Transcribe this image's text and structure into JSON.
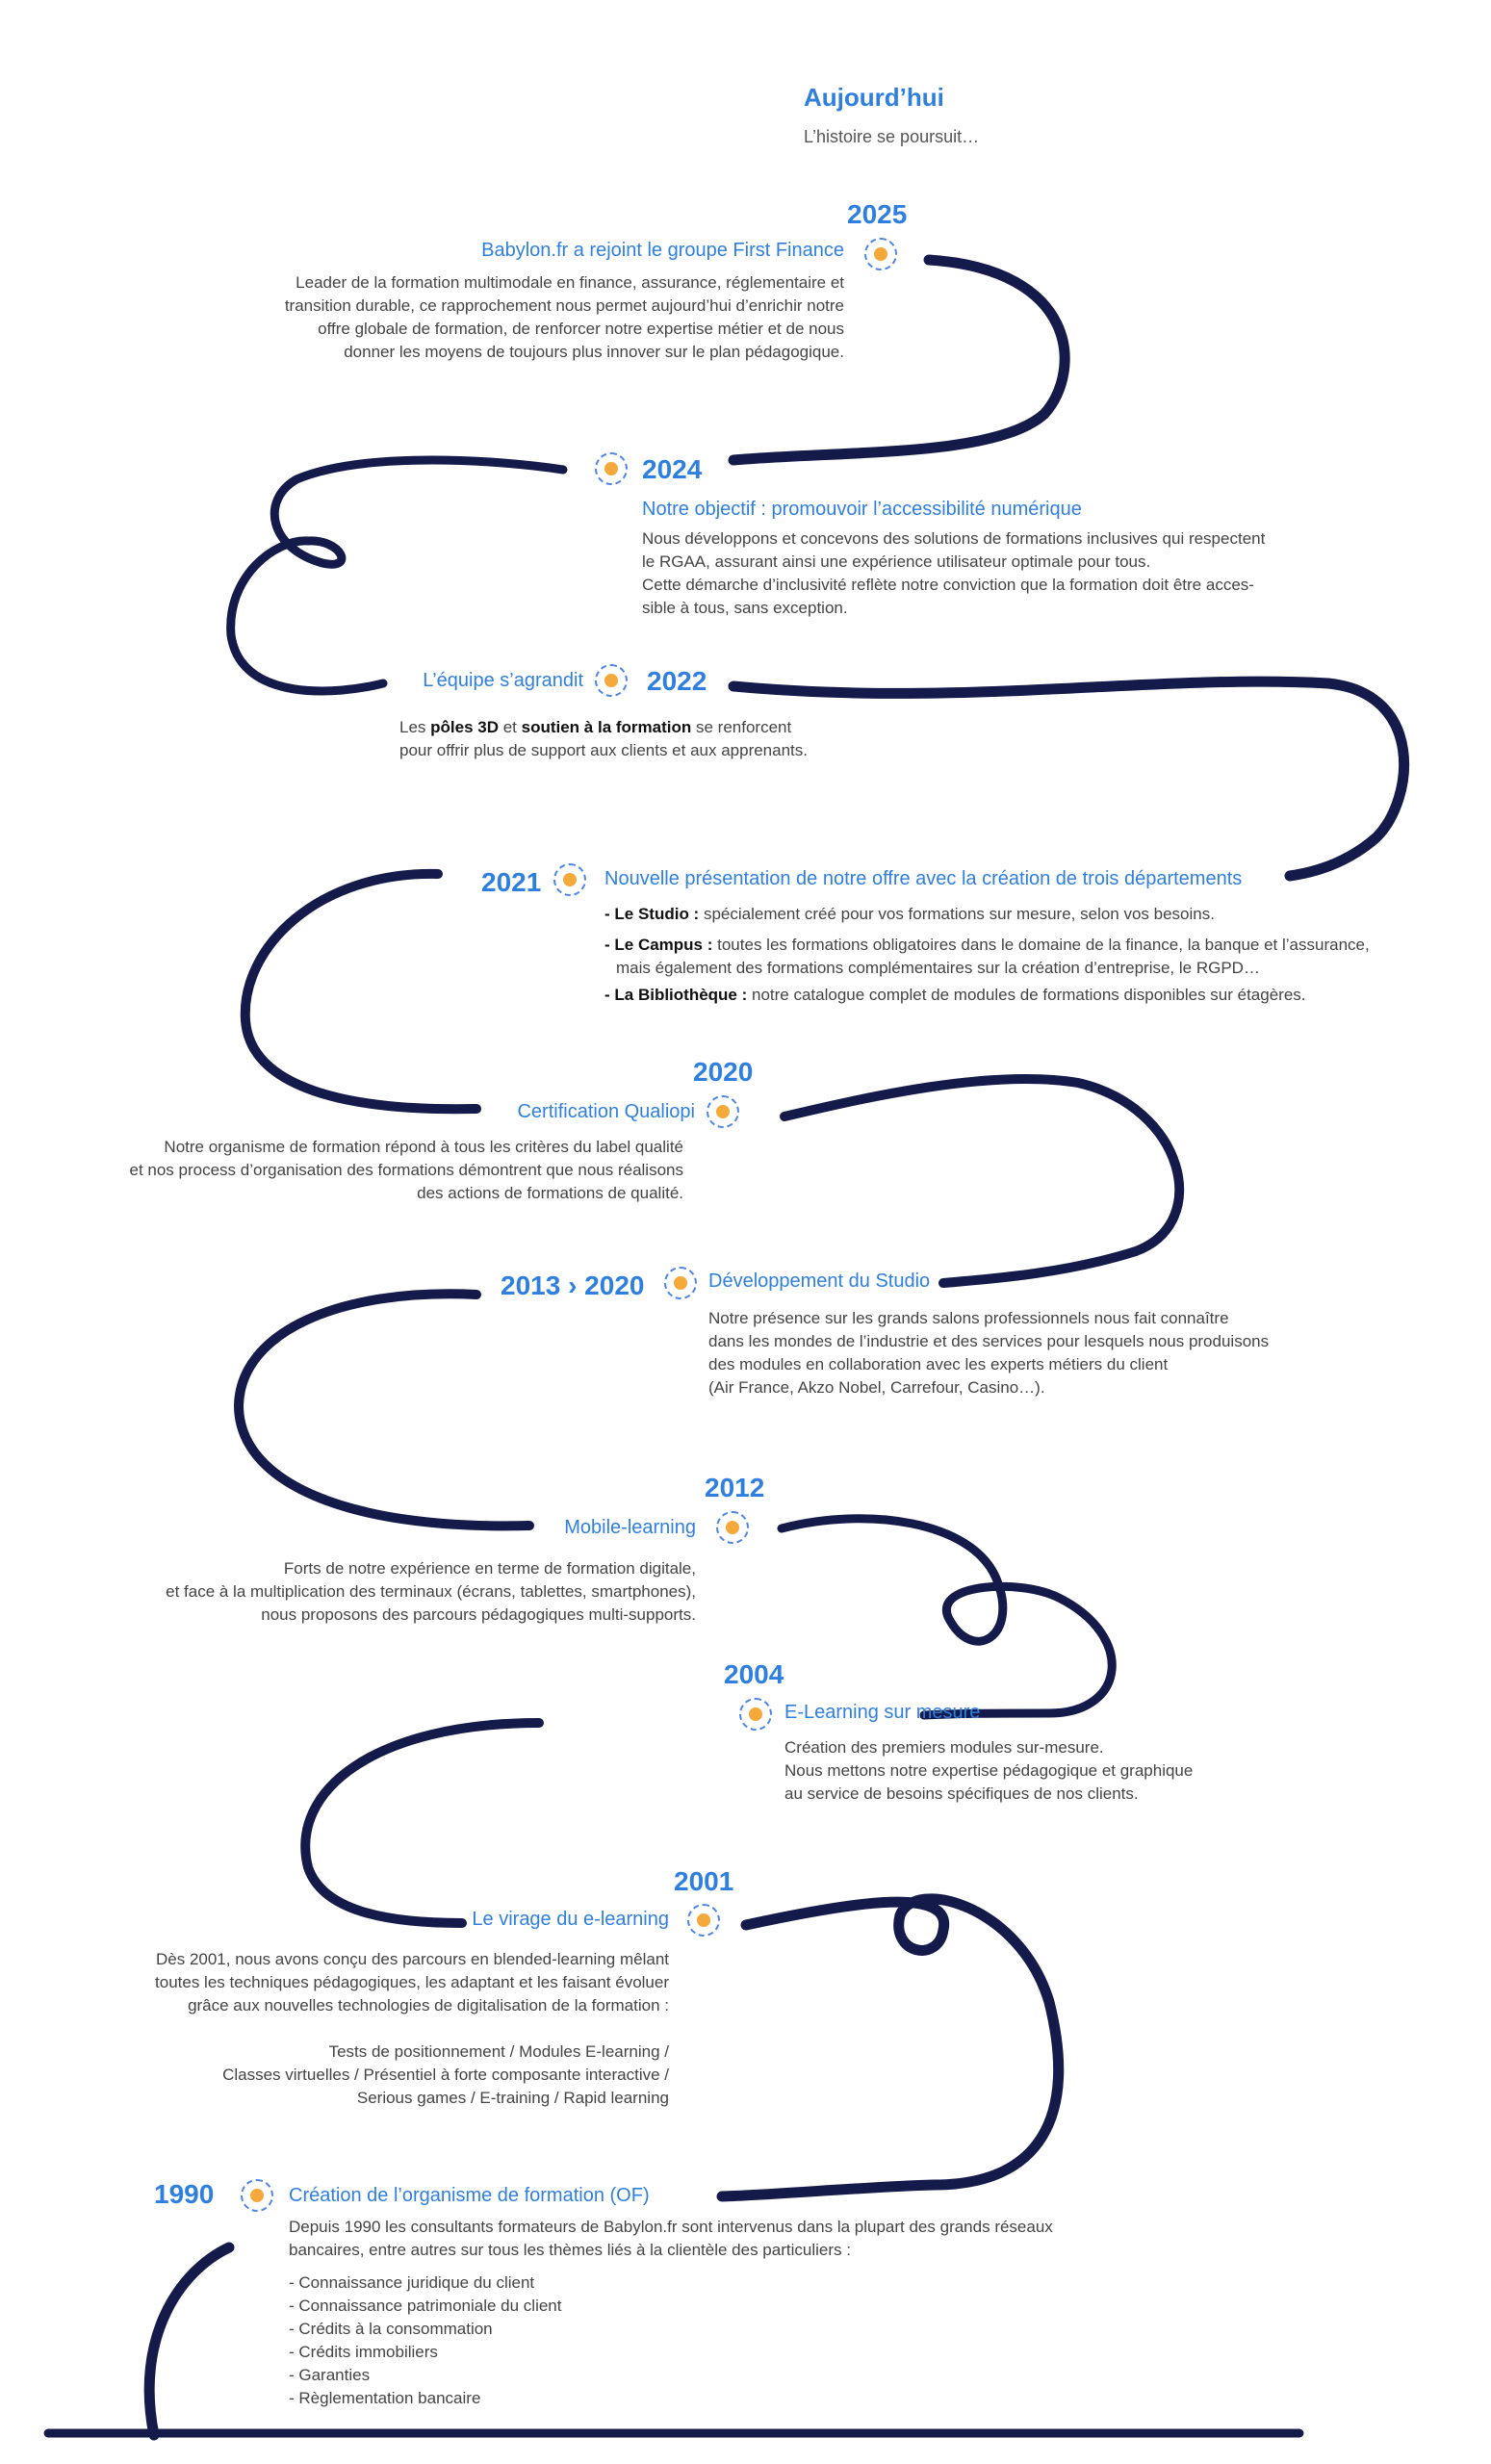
{
  "header": {
    "title": "Aujourd’hui",
    "subtitle": "L’histoire se poursuit…"
  },
  "e2025": {
    "year": "2025",
    "title": "Babylon.fr a rejoint le groupe First Finance",
    "lines": [
      "Leader de la formation multimodale en finance, assurance, réglementaire et",
      "transition durable, ce rapprochement nous permet aujourd’hui d’enrichir notre",
      "offre globale de formation, de renforcer notre expertise métier et de nous",
      "donner les moyens de toujours plus innover sur le plan pédagogique."
    ]
  },
  "e2024": {
    "year": "2024",
    "title": "Notre objectif : promouvoir l’accessibilité numérique",
    "lines": [
      "Nous développons et concevons des solutions de formations inclusives qui respectent",
      "le RGAA, assurant ainsi une expérience utilisateur optimale pour tous.",
      "Cette démarche d’inclusivité reflète notre conviction que la formation doit être acces-",
      "sible à tous, sans exception."
    ]
  },
  "e2022": {
    "year": "2022",
    "title": "L’équipe s’agrandit",
    "l1_a": "Les ",
    "l1_b": "pôles 3D",
    "l1_c": " et ",
    "l1_d": "soutien à la formation",
    "l1_e": " se renforcent",
    "l2": "pour offrir plus de support aux clients et aux apprenants."
  },
  "e2021": {
    "year": "2021",
    "title": "Nouvelle présentation de notre offre avec la création de trois départements",
    "studio_label": "- Le Studio :",
    "studio_text": " spécialement créé pour vos formations sur mesure, selon vos besoins.",
    "campus_label": "- Le Campus :",
    "campus_text": " toutes les formations obligatoires dans le domaine de la finance, la banque et l’assurance,",
    "campus_text2": "mais également des formations complémentaires sur la création d’entreprise, le RGPD…",
    "biblio_label": "- La Bibliothèque :",
    "biblio_text": " notre catalogue complet de modules de formations disponibles sur étagères."
  },
  "e2020": {
    "year": "2020",
    "title": "Certification Qualiopi",
    "lines": [
      "Notre organisme de formation répond à tous les critères du label qualité",
      "et nos process d’organisation des formations démontrent que nous réalisons",
      "des actions de formations de qualité."
    ]
  },
  "e2013": {
    "year": "2013 › 2020",
    "title": "Développement du Studio",
    "lines": [
      "Notre présence sur les grands salons professionnels nous fait connaître",
      "dans les mondes de l’industrie et des services pour lesquels nous produisons",
      "des modules en collaboration avec les experts métiers du client",
      "(Air France, Akzo Nobel, Carrefour, Casino…)."
    ]
  },
  "e2012": {
    "year": "2012",
    "title": "Mobile-learning",
    "lines": [
      "Forts de notre expérience en terme de formation digitale,",
      "et face à la multiplication des terminaux (écrans, tablettes, smartphones),",
      "nous proposons des parcours pédagogiques multi-supports."
    ]
  },
  "e2004": {
    "year": "2004",
    "title": "E-Learning sur mesure",
    "lines": [
      "Création des premiers modules sur-mesure.",
      "Nous mettons notre expertise pédagogique et graphique",
      "au service de besoins spécifiques de nos clients."
    ]
  },
  "e2001": {
    "year": "2001",
    "title": "Le virage du e-learning",
    "lines": [
      "Dès 2001, nous avons conçu des parcours en blended-learning mêlant",
      "toutes les techniques pédagogiques, les adaptant et les faisant évoluer",
      "grâce aux nouvelles technologies de digitalisation de la formation :"
    ],
    "lines2": [
      "Tests de positionnement / Modules E-learning /",
      "Classes virtuelles / Présentiel à forte composante interactive /",
      "Serious games / E-training / Rapid learning"
    ]
  },
  "e1990": {
    "year": "1990",
    "title": "Création de l’organisme de formation (OF)",
    "lines": [
      "Depuis 1990 les consultants formateurs de Babylon.fr sont intervenus dans la plupart des grands réseaux",
      "bancaires, entre autres sur tous les thèmes liés à la clientèle des particuliers :"
    ],
    "items": [
      "- Connaissance juridique du client",
      "- Connaissance patrimoniale du client",
      "- Crédits à la consommation",
      "- Crédits immobiliers",
      "- Garanties",
      "- Règlementation bancaire"
    ]
  },
  "colors": {
    "accent": "#2f7fe0",
    "line": "#141a4a",
    "dot": "#f4a93a"
  }
}
